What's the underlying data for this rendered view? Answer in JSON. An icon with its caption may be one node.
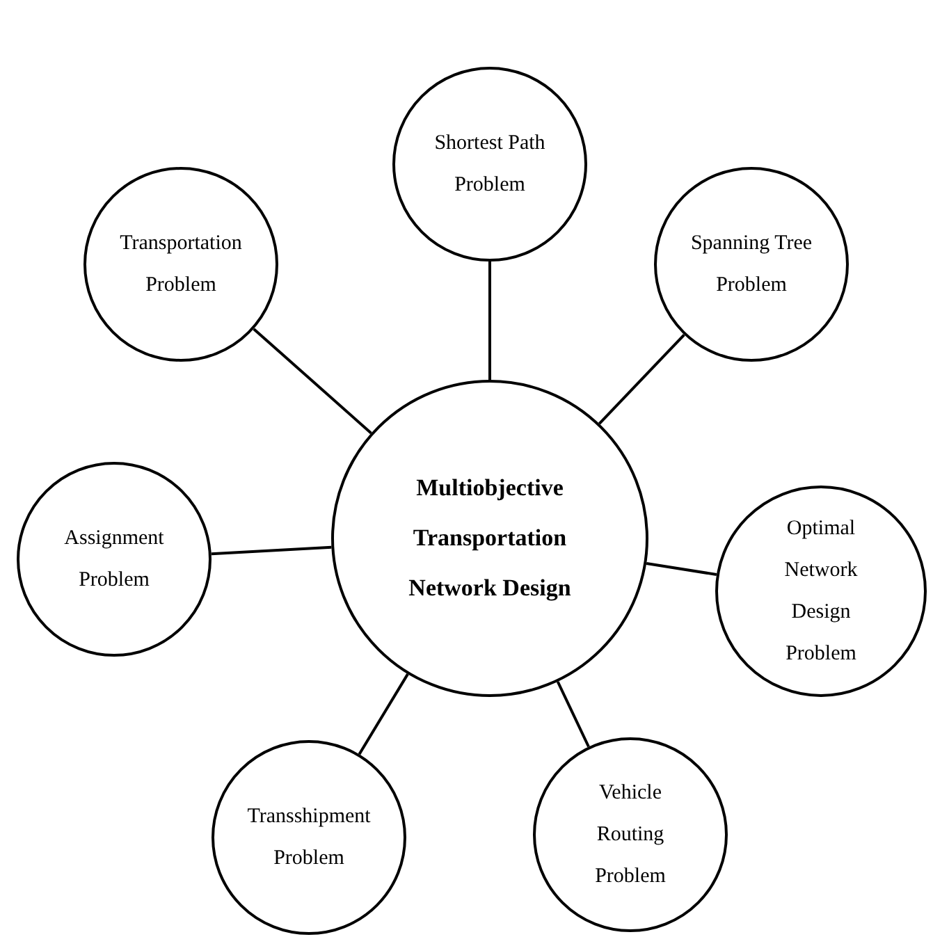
{
  "diagram": {
    "nodes": [
      {
        "text": [
          "Shortest Path Problem"
        ]
      },
      {
        "text": [
          "Transportation Problem"
        ]
      },
      {
        "text": [
          "Spanning Tree Problem"
        ]
      },
      {
        "text": [
          "Multiobjective Transportation Network Design"
        ]
      },
      {
        "text": [
          "Assignment Problem"
        ]
      },
      {
        "text": [
          "Optimal Network Design Problem"
        ]
      },
      {
        "text": [
          "Transshipment Problem"
        ]
      },
      {
        "text": [
          "Vehicle Routing Problem"
        ]
      }
    ],
    "edges": [
      {
        "from": 3,
        "to": 0,
        "arrow": "none"
      },
      {
        "from": 3,
        "to": 1,
        "arrow": "none"
      },
      {
        "from": 3,
        "to": 2,
        "arrow": "none"
      },
      {
        "from": 3,
        "to": 4,
        "arrow": "none"
      },
      {
        "from": 3,
        "to": 5,
        "arrow": "none"
      },
      {
        "from": 3,
        "to": 6,
        "arrow": "none"
      },
      {
        "from": 3,
        "to": 7,
        "arrow": "none"
      }
    ]
  }
}
